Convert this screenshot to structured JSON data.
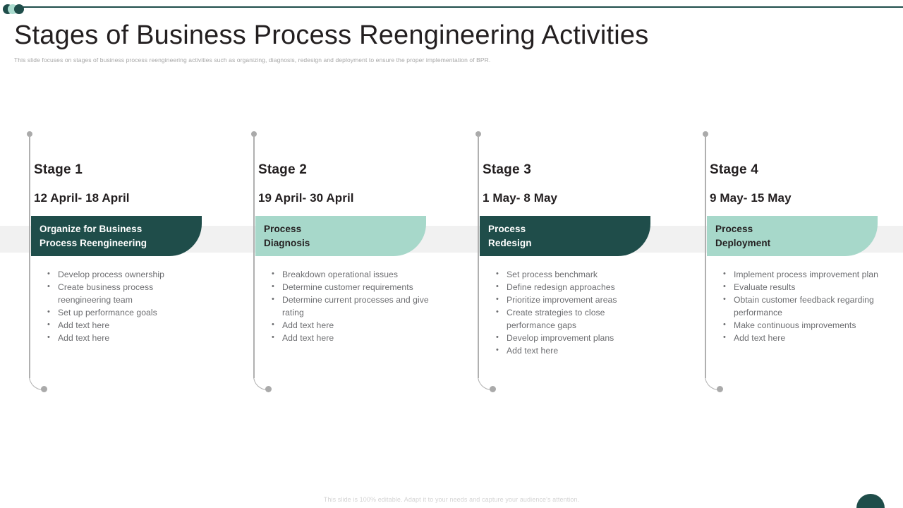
{
  "header": {
    "title": "Stages of Business Process Reengineering Activities",
    "subtitle": "This slide focuses on stages of business process reengineering activities such as organizing, diagnosis, redesign and deployment to ensure the proper implementation  of BPR."
  },
  "theme": {
    "dark_teal": "#1f4d4a",
    "light_mint": "#a7d8ca",
    "band_grey": "#f1f1f1",
    "body_text": "#6d6e71",
    "heading_text": "#231f20"
  },
  "stages": [
    {
      "name": "Stage 1",
      "date": "12 April- 18 April",
      "banner_title": "Organize for Business\nProcess  Reengineering",
      "banner_style": "dark",
      "bullets": [
        "Develop process ownership",
        "Create business process reengineering  team",
        "Set up performance goals",
        "Add text here",
        "Add text here"
      ]
    },
    {
      "name": "Stage 2",
      "date": "19 April- 30 April",
      "banner_title": "Process\nDiagnosis",
      "banner_style": "light",
      "bullets": [
        "Breakdown operational  issues",
        "Determine customer requirements",
        "Determine current processes and give rating",
        "Add text here",
        "Add text here"
      ]
    },
    {
      "name": "Stage 3",
      "date": "1 May- 8 May",
      "banner_title": "Process\nRedesign",
      "banner_style": "dark",
      "bullets": [
        "Set process benchmark",
        "Define redesign approaches",
        "Prioritize improvement areas",
        "Create strategies to close performance gaps",
        "Develop improvement plans",
        "Add text here"
      ]
    },
    {
      "name": "Stage 4",
      "date": "9 May- 15 May",
      "banner_title": "Process\nDeployment",
      "banner_style": "light",
      "bullets": [
        "Implement process improvement plan",
        "Evaluate results",
        "Obtain customer feedback regarding performance",
        "Make  continuous improvements",
        "Add text here"
      ]
    }
  ],
  "footer": {
    "note": "This slide is 100% editable.  Adapt it to your needs and capture your audience's attention."
  }
}
